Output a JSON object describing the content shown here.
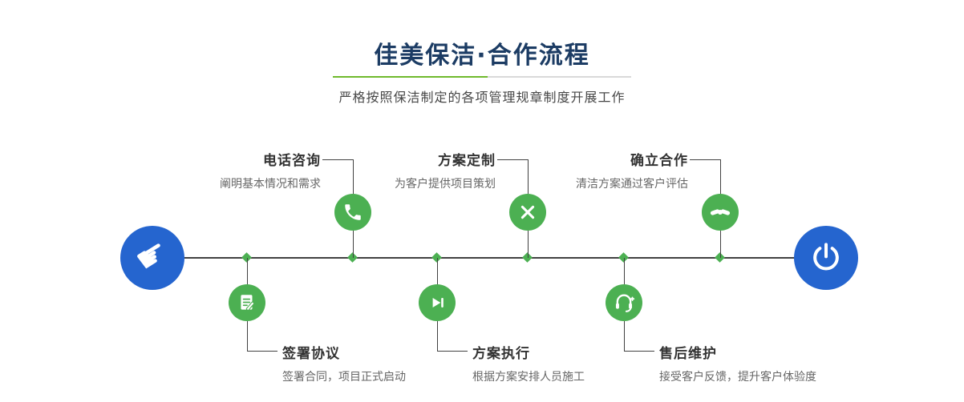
{
  "header": {
    "title": "佳美保洁·合作流程",
    "subtitle": "严格按照保洁制定的各项管理规章制度开展工作"
  },
  "colors": {
    "title_navy": "#1c3c64",
    "step_green": "#4cb052",
    "endpoint_blue": "#2565cf",
    "line_dark": "#414141",
    "divider_green": "#6fb92c",
    "divider_gray": "#d9d9d9",
    "label_dark": "#333333",
    "desc_gray": "#666666"
  },
  "flow": {
    "start_icon": "pointing-hand-icon",
    "end_icon": "power-icon",
    "top_steps": [
      {
        "label": "电话咨询",
        "desc": "阐明基本情况和需求",
        "icon": "phone-icon"
      },
      {
        "label": "方案定制",
        "desc": "为客户提供项目策划",
        "icon": "pencil-ruler-icon"
      },
      {
        "label": "确立合作",
        "desc": "清洁方案通过客户评估",
        "icon": "handshake-icon"
      }
    ],
    "bottom_steps": [
      {
        "label": "签署协议",
        "desc": "签署合同，项目正式启动",
        "icon": "contract-signing-icon"
      },
      {
        "label": "方案执行",
        "desc": "根据方案安排人员施工",
        "icon": "play-execute-icon"
      },
      {
        "label": "售后维护",
        "desc": "接受客户反馈，提升客户体验度",
        "icon": "headset-support-icon"
      }
    ]
  }
}
